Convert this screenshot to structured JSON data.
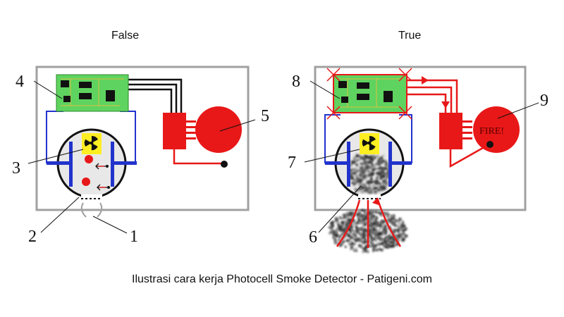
{
  "panels": {
    "left": {
      "title": "False"
    },
    "right": {
      "title": "True",
      "alarm_text": "FIRE!"
    }
  },
  "callouts": {
    "n1": "1",
    "n2": "2",
    "n3": "3",
    "n4": "4",
    "n5": "5",
    "n6": "6",
    "n7": "7",
    "n8": "8",
    "n9": "9"
  },
  "caption": "Ilustrasi cara kerja Photocell Smoke Detector - Patigeni.com",
  "colors": {
    "housing": "#a0a0a0",
    "circuit_board": "#5fd35f",
    "wire_blue": "#2233cc",
    "alarm_red": "#e81818",
    "radiation_yellow": "#ffee22",
    "chamber_fill": "#e8e8e8"
  }
}
